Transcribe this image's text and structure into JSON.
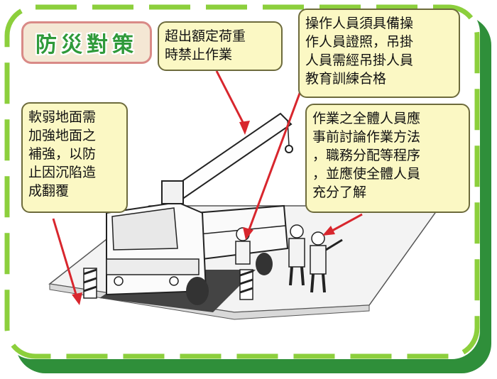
{
  "title": "防災對策",
  "notes": {
    "rated_load": [
      "超出額定荷重",
      "時禁止作業"
    ],
    "operator_license": [
      "操作人員須具備操",
      "作人員證照，吊掛",
      "人員需經吊掛人員",
      "教育訓練合格"
    ],
    "soft_ground": [
      "軟弱地面需",
      "加強地面之",
      "補強，以防",
      "止因沉陷造",
      "成翻覆"
    ],
    "pre_briefing": [
      "作業之全體人員應",
      "事前討論作業方法",
      "，職務分配等程序",
      "，並應使全體人員",
      "充分了解"
    ]
  },
  "colors": {
    "frame_green": "#2f8f3a",
    "dash_green": "#8ccf3c",
    "title_text": "#2f9a3a",
    "title_border": "#d98a87",
    "title_bg": "#f4e7d4",
    "bubble_bg": "#fbf8c4",
    "arrow_red": "#d8262d"
  }
}
